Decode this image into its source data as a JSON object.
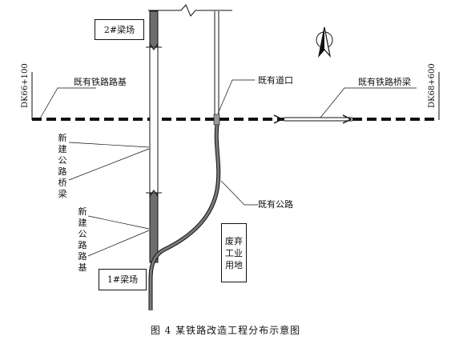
{
  "figure": {
    "caption": "图 4   某铁路改造工程分布示意图"
  },
  "labels": {
    "yard2": "2#梁场",
    "yard1": "1#梁场",
    "existing_rail_subgrade": "既有铁路路基",
    "existing_crossing": "既有道口",
    "existing_rail_bridge": "既有铁路桥梁",
    "new_road_bridge": "新建公路桥梁",
    "new_road_subgrade": "新建公路路基",
    "existing_road": "既有公路",
    "abandoned_land": "废弃工业用地",
    "chainage_left": "DK66+100",
    "chainage_right": "DK68+600"
  },
  "icons": {
    "north": "north-arrow-icon"
  }
}
